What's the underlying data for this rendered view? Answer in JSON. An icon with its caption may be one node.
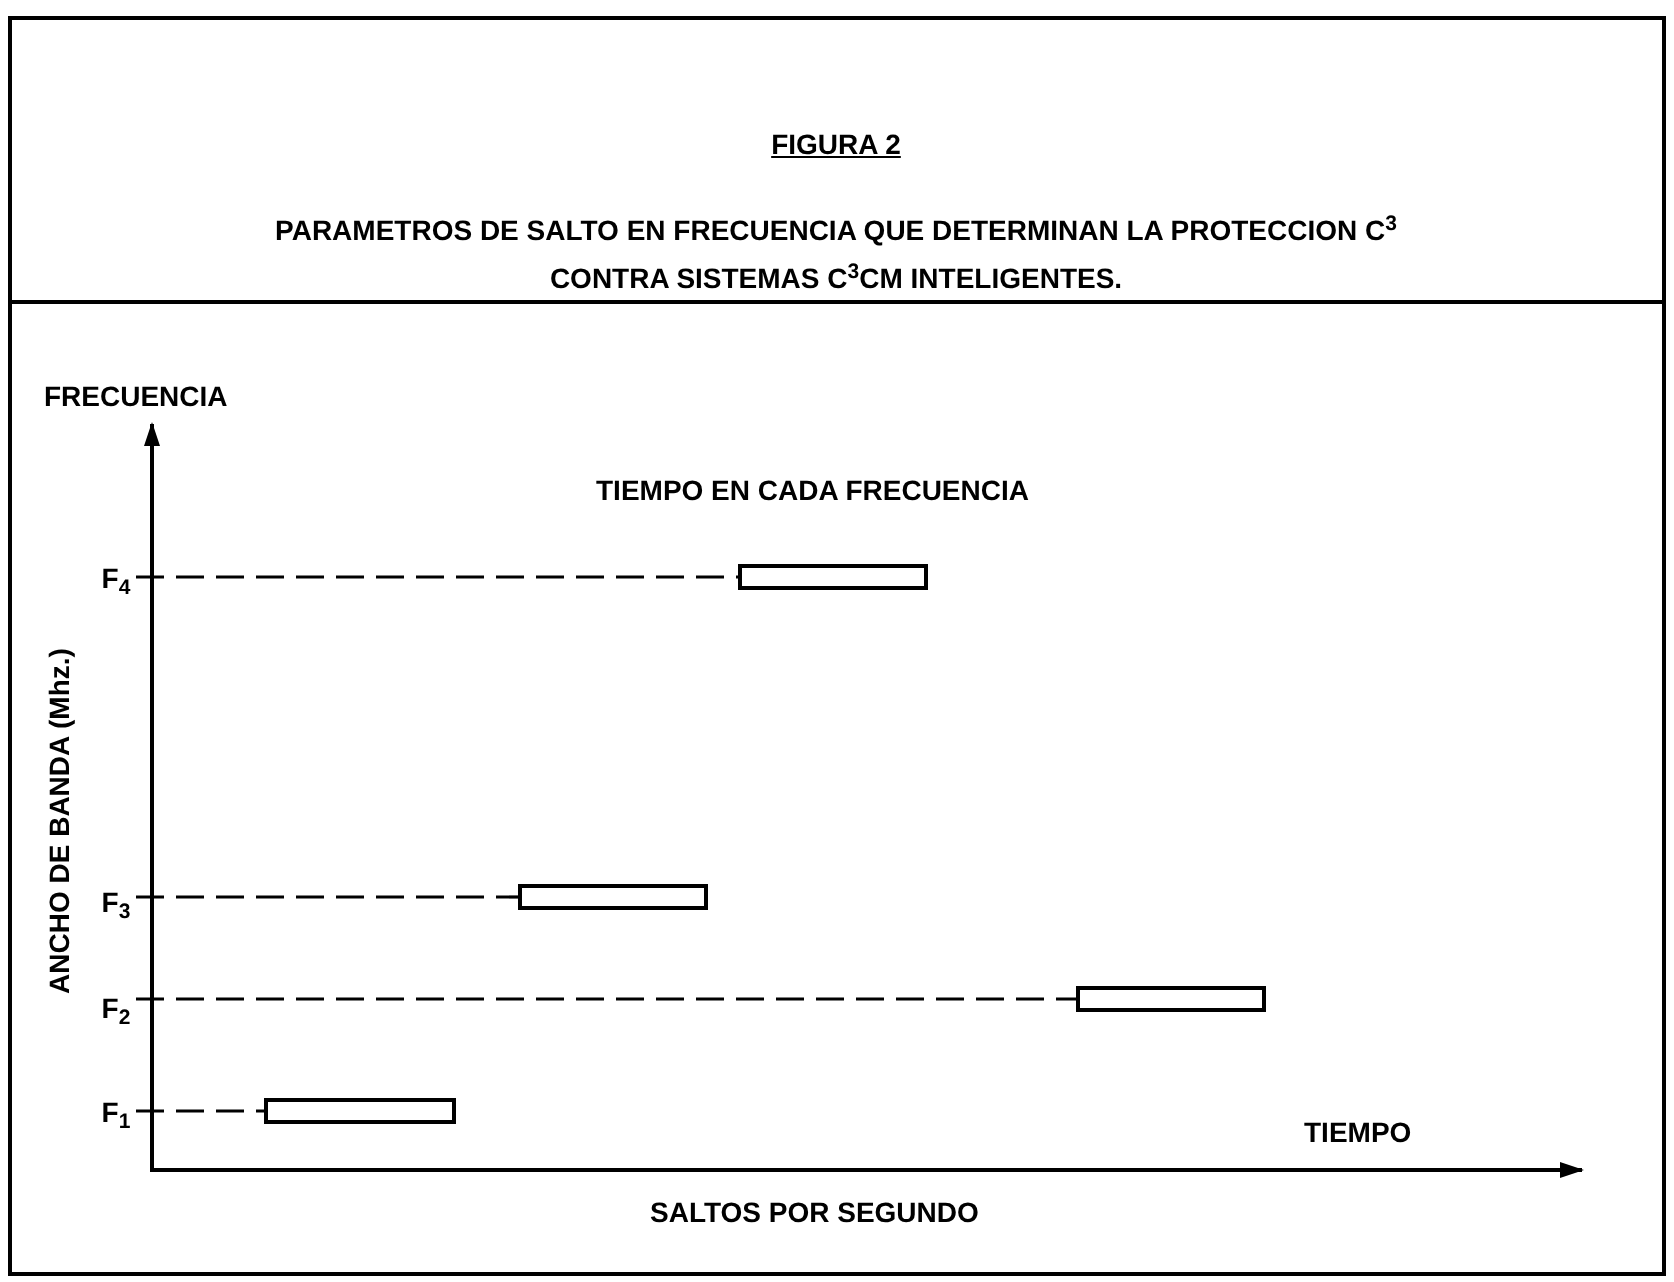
{
  "diagram": {
    "title": "FIGURA 2",
    "caption": "PARAMETROS DE SALTO EN FRECUENCIA QUE DETERMINAN LA PROTECCION C$^{3}$ CONTRA SISTEMAS C$^{3}$CM INTELIGENTES.",
    "nodes": [
      {
        "text": [
          "F$_{4}$"
        ]
      },
      {
        "text": [],
        "shape": "bar"
      },
      {
        "text": [
          "F$_{3}$"
        ]
      },
      {
        "text": [],
        "shape": "bar"
      },
      {
        "text": [
          "F$_{2}$"
        ]
      },
      {
        "text": [],
        "shape": "bar"
      },
      {
        "text": [
          "F$_{1}$"
        ]
      },
      {
        "text": [],
        "shape": "bar"
      }
    ],
    "edges": [
      {
        "from": 0,
        "to": 1,
        "arrow": "none",
        "style": "dashed"
      },
      {
        "from": 2,
        "to": 3,
        "arrow": "none",
        "style": "dashed"
      },
      {
        "from": 4,
        "to": 5,
        "arrow": "none",
        "style": "dashed"
      },
      {
        "from": 6,
        "to": 7,
        "arrow": "none",
        "style": "dashed"
      }
    ],
    "labels": [
      "FRECUENCIA",
      "TIEMPO EN CADA FRECUENCIA",
      "ANCHO DE BANDA (Mhz.)",
      "TIEMPO",
      "SALTOS POR SEGUNDO"
    ]
  }
}
